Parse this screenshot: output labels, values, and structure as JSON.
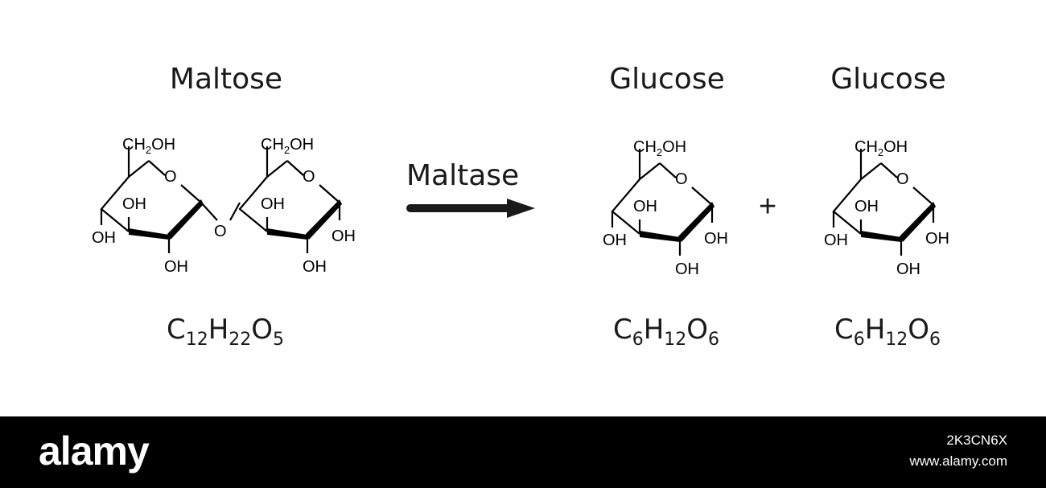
{
  "reactant": {
    "name": "Maltose",
    "formula": [
      {
        "t": "C"
      },
      {
        "s": "12"
      },
      {
        "t": "H"
      },
      {
        "s": "22"
      },
      {
        "t": "O"
      },
      {
        "s": "5"
      }
    ],
    "labels": {
      "ch2oh": "CH2OH",
      "oh": "OH",
      "ring_o": "O",
      "bridge_o": "O"
    }
  },
  "enzyme": {
    "label": "Maltase"
  },
  "plus": "+",
  "products": [
    {
      "name": "Glucose",
      "formula": [
        {
          "t": "C"
        },
        {
          "s": "6"
        },
        {
          "t": "H"
        },
        {
          "s": "12"
        },
        {
          "t": "O"
        },
        {
          "s": "6"
        }
      ]
    },
    {
      "name": "Glucose",
      "formula": [
        {
          "t": "C"
        },
        {
          "s": "6"
        },
        {
          "t": "H"
        },
        {
          "s": "12"
        },
        {
          "t": "O"
        },
        {
          "s": "6"
        }
      ]
    }
  ],
  "glucose_labels": {
    "ch2oh": "CH2OH",
    "oh": "OH",
    "ring_o": "O"
  },
  "watermark": {
    "brand": "alamy",
    "image_id": "2K3CN6X",
    "site": "www.alamy.com"
  },
  "colors": {
    "ink": "#000000",
    "arrow": "#1a1a1a",
    "footer_bg": "#000000",
    "footer_text": "#ffffff"
  }
}
